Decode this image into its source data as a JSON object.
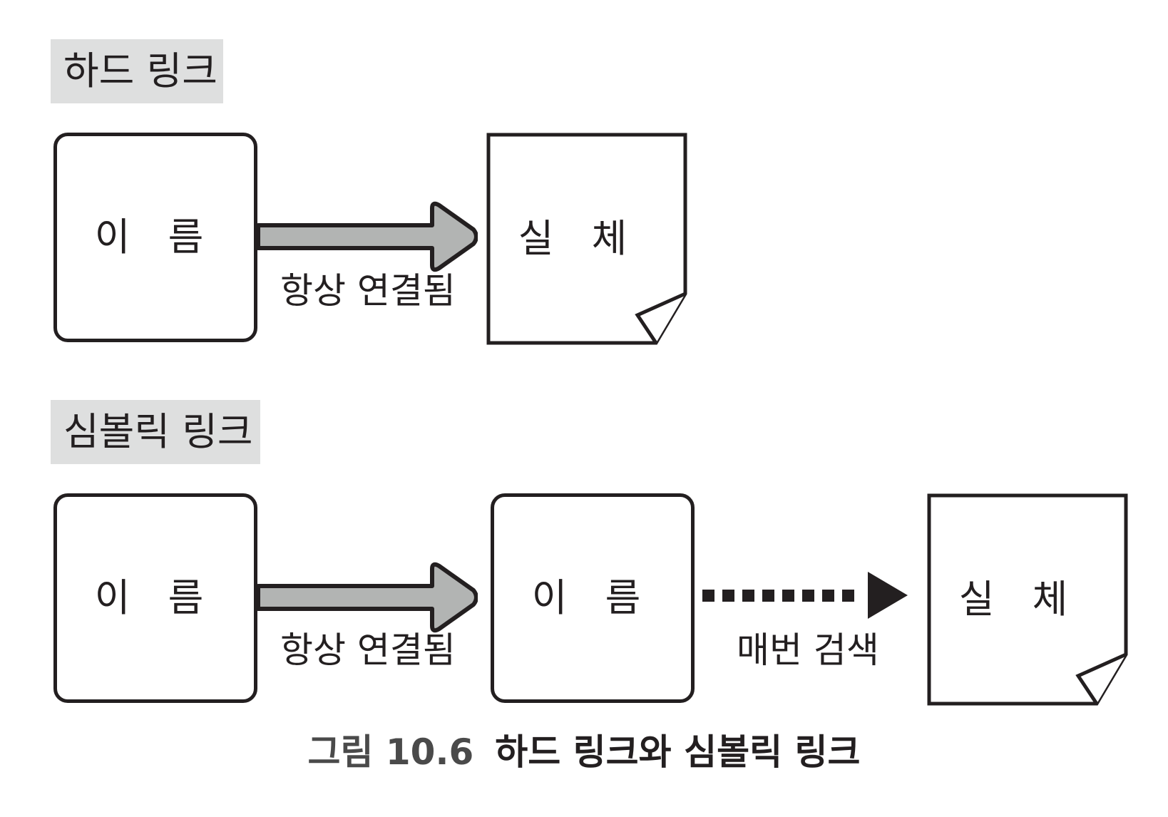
{
  "sections": {
    "hard": {
      "label": "하드 링크",
      "name_box": "이 름",
      "arrow_caption": "항상 연결됨",
      "entity": "실 체"
    },
    "symbolic": {
      "label": "심볼릭 링크",
      "name_box_1": "이 름",
      "arrow_caption_1": "항상 연결됨",
      "name_box_2": "이 름",
      "arrow_caption_2": "매번 검색",
      "entity": "실 체"
    }
  },
  "caption": {
    "number": "그림 10.6",
    "title": "하드 링크와 심볼릭 링크"
  },
  "colors": {
    "stroke": "#231f20",
    "arrow_fill": "#b2b4b3",
    "label_bg": "#dedfdf"
  }
}
